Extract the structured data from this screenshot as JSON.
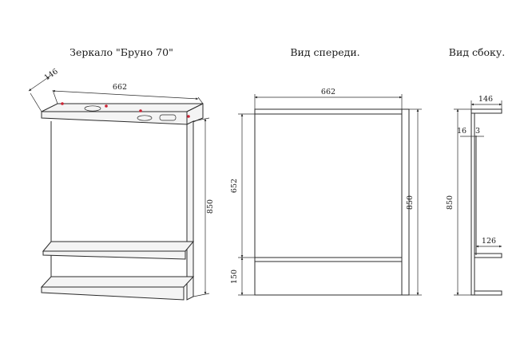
{
  "titles": {
    "main": "Зеркало \"Бруно 70\"",
    "front": "Вид спереди.",
    "side": "Вид сбоку."
  },
  "iso_dims": {
    "depth": "146",
    "width": "662",
    "height": "850"
  },
  "front_dims": {
    "width": "662",
    "mirror_height": "652",
    "total_height": "850",
    "shelf_height": "150"
  },
  "side_dims": {
    "depth": "146",
    "offset": "16",
    "thickness": "3",
    "total_height": "850",
    "shelf_depth": "126"
  },
  "colors": {
    "line": "#2b2b2b",
    "accent": "#cc2233",
    "panel": "#f4f4f4"
  }
}
